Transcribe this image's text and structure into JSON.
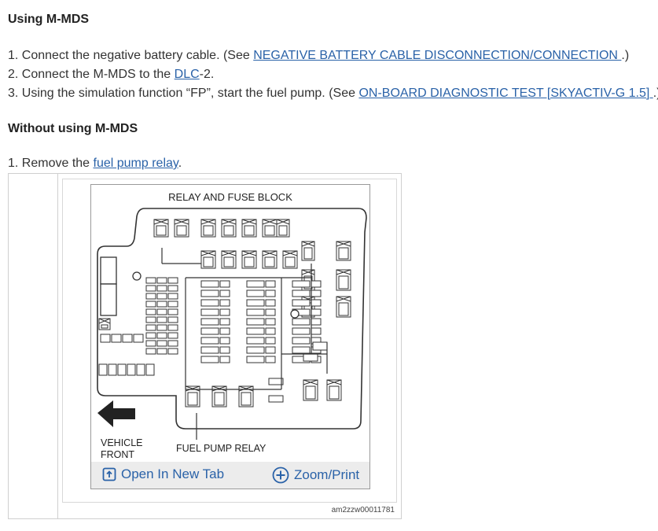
{
  "section1": {
    "heading": "Using M-MDS",
    "steps": [
      {
        "pre": "1. Connect the negative battery cable. (See ",
        "link": "NEGATIVE BATTERY CABLE DISCONNECTION/CONNECTION ",
        "post": ".)"
      },
      {
        "pre": "2. Connect the M-MDS to the ",
        "link": "DLC",
        "post": "-2."
      },
      {
        "pre": "3. Using the simulation function “FP”, start the fuel pump. (See ",
        "link": "ON-BOARD DIAGNOSTIC TEST [SKYACTIV-G 1.5] ",
        "post": ".)"
      }
    ]
  },
  "section2": {
    "heading": "Without using M-MDS",
    "step": {
      "pre": "1. Remove the ",
      "link": "fuel pump relay",
      "post": "."
    }
  },
  "figure": {
    "title": "RELAY AND FUSE BLOCK",
    "vehicle_front": [
      "VEHICLE",
      "FRONT"
    ],
    "relay_label": "FUEL PUMP RELAY",
    "open_label": "Open In New Tab",
    "zoom_label": "Zoom/Print",
    "caption": "am2zzw00011781"
  }
}
